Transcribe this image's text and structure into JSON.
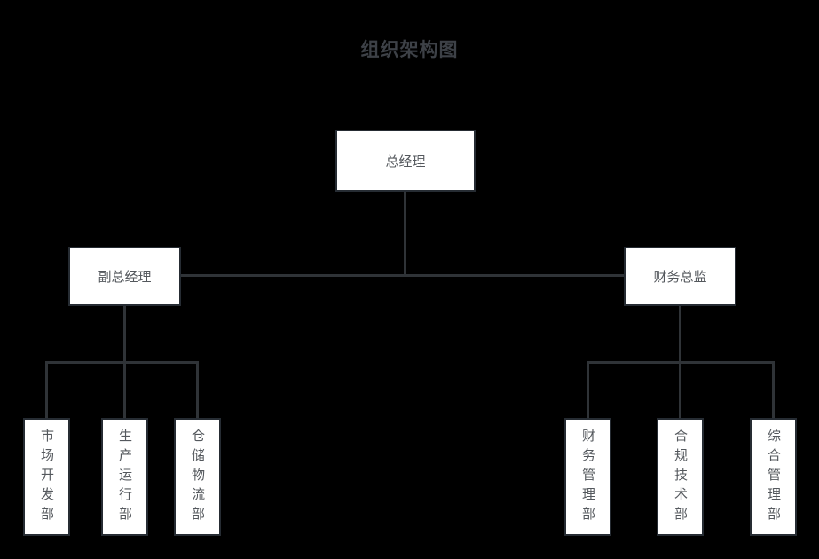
{
  "title": "组织架构图",
  "colors": {
    "background": "#000000",
    "box_fill": "#ffffff",
    "box_border": "#262c33",
    "connector": "#2f3337",
    "title_color": "#3d4147",
    "label_color": "#54585d"
  },
  "nodes": {
    "root": {
      "label": "总经理"
    },
    "level2": [
      {
        "label": "副总经理"
      },
      {
        "label": "财务总监"
      }
    ],
    "left_departments": [
      {
        "label": "市场开发部"
      },
      {
        "label": "生产运行部"
      },
      {
        "label": "仓储物流部"
      }
    ],
    "right_departments": [
      {
        "label": "财务管理部"
      },
      {
        "label": "合规技术部"
      },
      {
        "label": "综合管理部"
      }
    ]
  }
}
